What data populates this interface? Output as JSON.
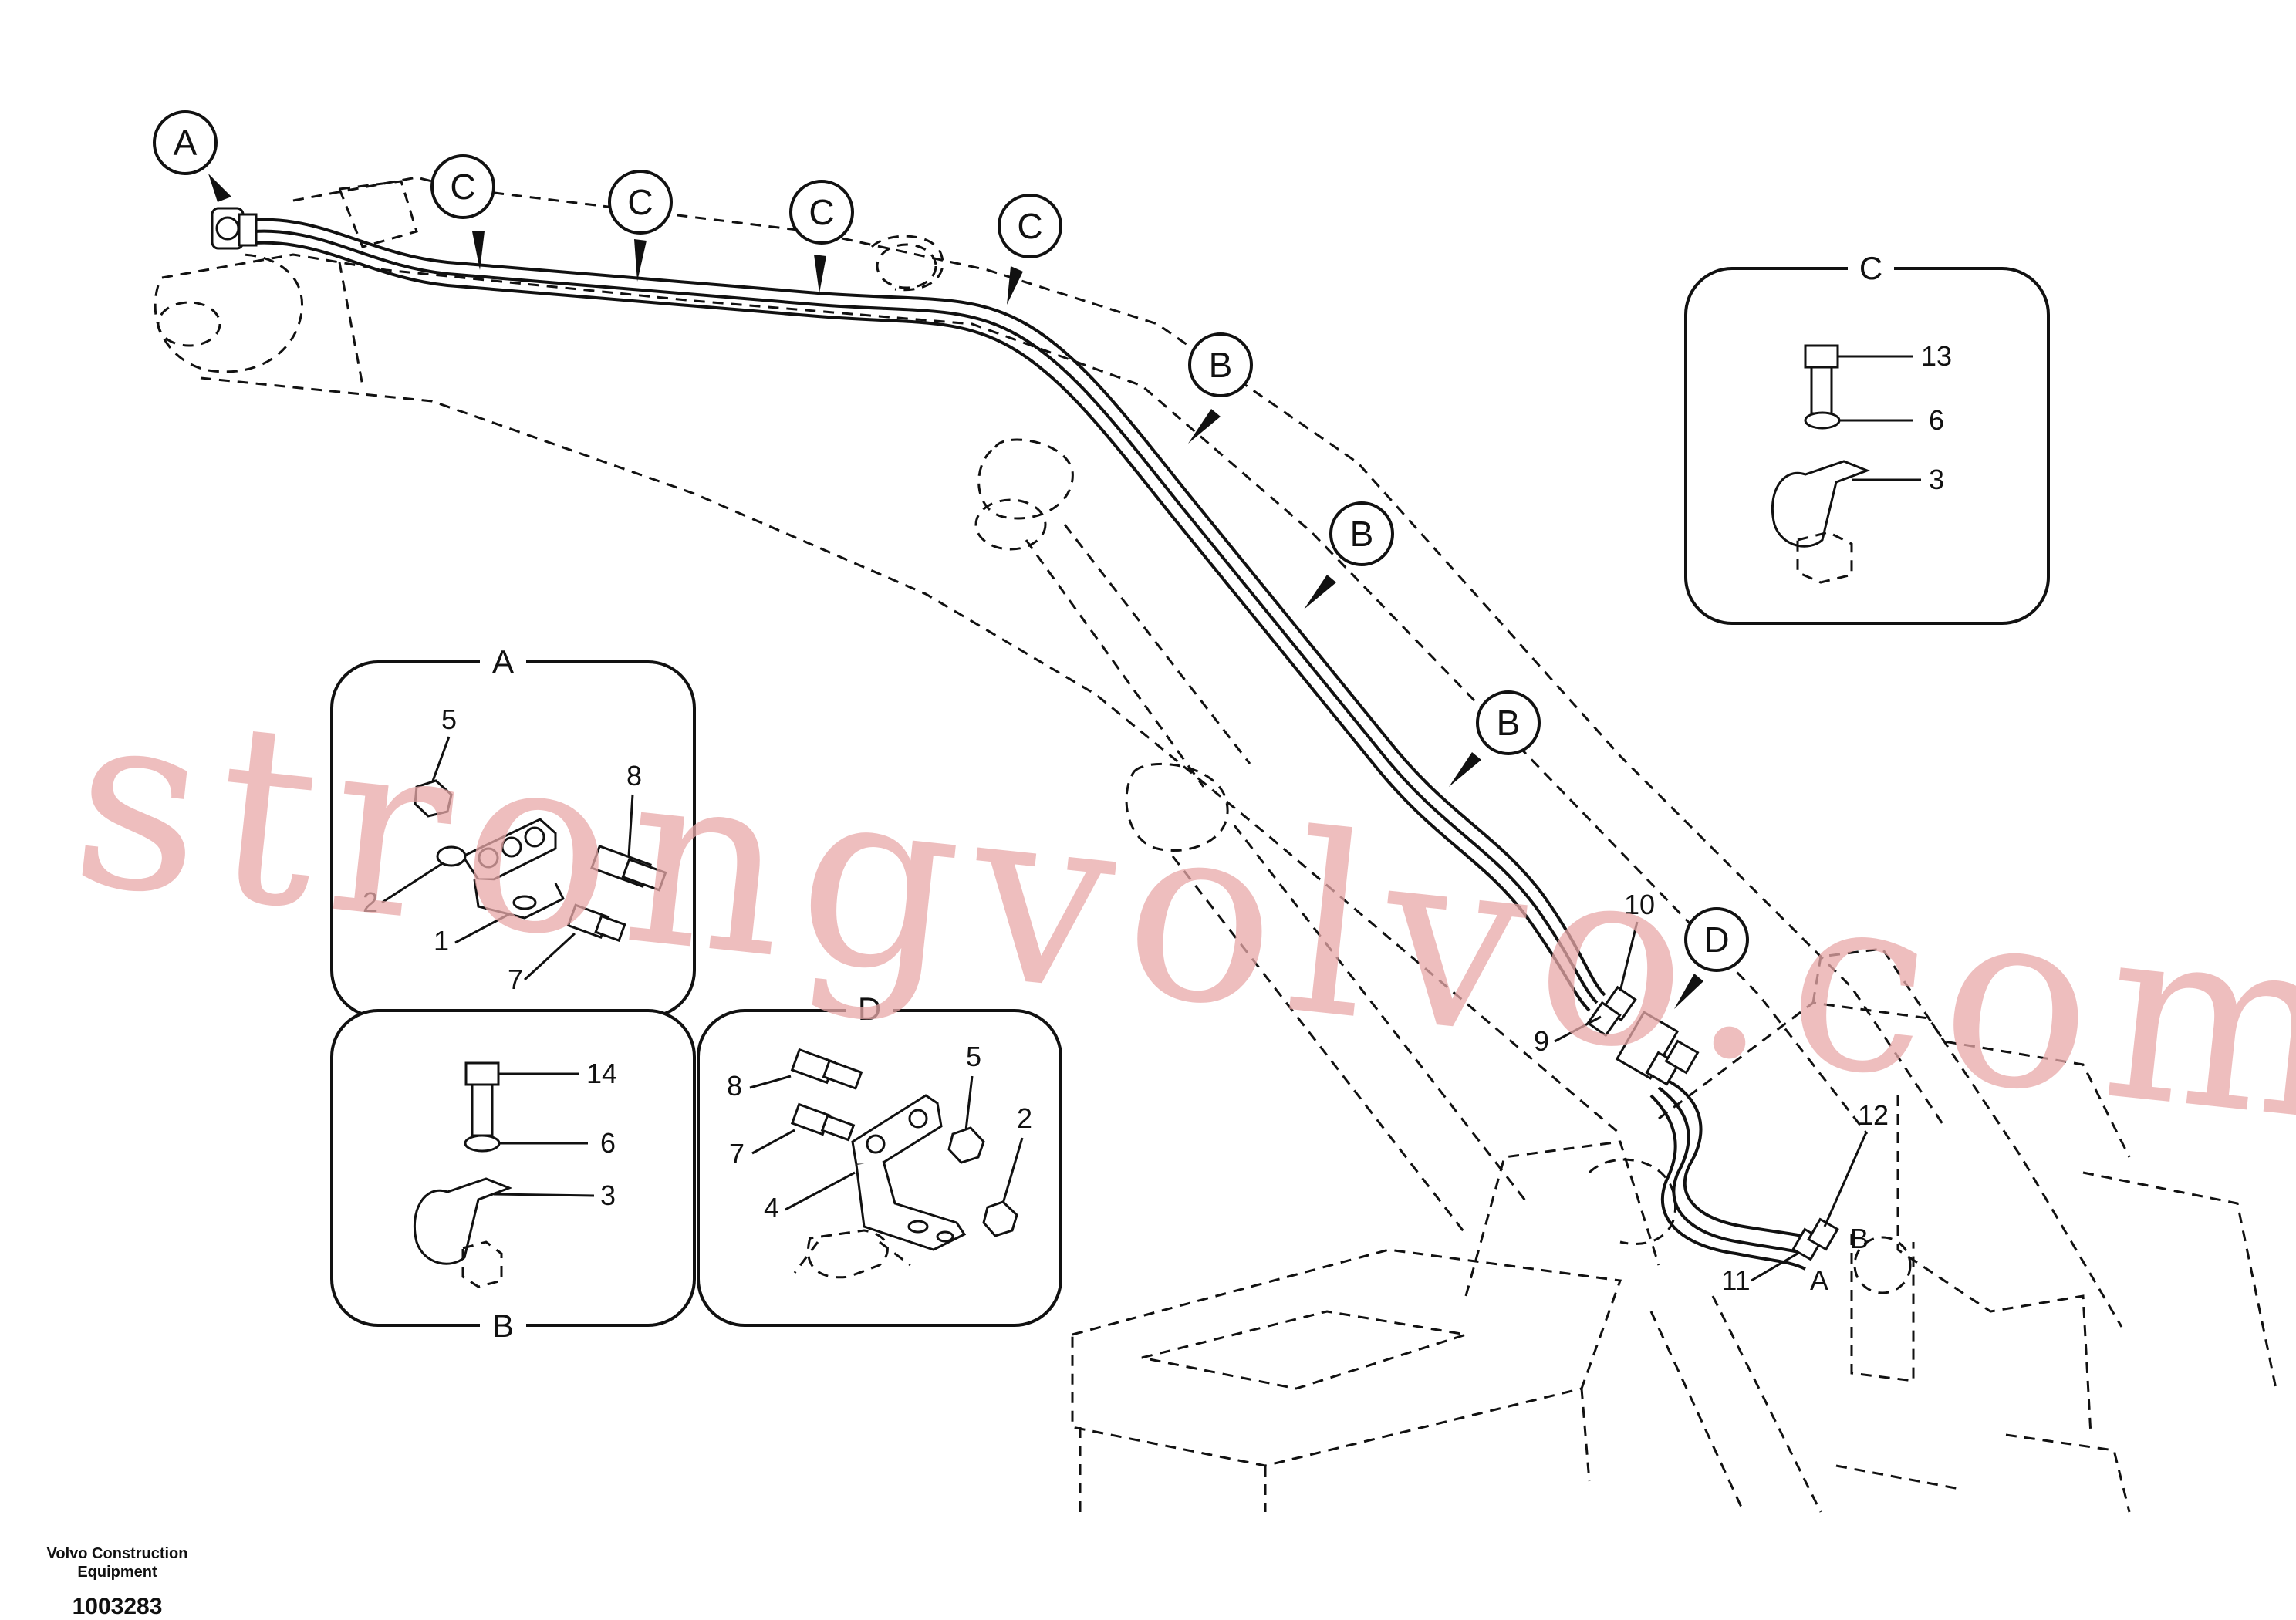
{
  "callouts_main": [
    "A",
    "C",
    "C",
    "C",
    "C",
    "B",
    "B",
    "B",
    "D"
  ],
  "detail_titles": {
    "a": "A",
    "b": "B",
    "c": "C",
    "d": "D"
  },
  "detail_a_parts": [
    "5",
    "8",
    "2",
    "1",
    "7"
  ],
  "detail_b_parts": [
    "14",
    "6",
    "3"
  ],
  "detail_c_parts": [
    "13",
    "6",
    "3"
  ],
  "detail_d_parts": [
    "8",
    "7",
    "5",
    "2",
    "4"
  ],
  "hose_labels": [
    "10",
    "9",
    "12",
    "11",
    "A",
    "B"
  ],
  "footer": {
    "company_line1": "Volvo Construction",
    "company_line2": "Equipment",
    "drawing_number": "1003283"
  },
  "watermark": "strongvolvo.com",
  "colors": {
    "line": "#111111",
    "watermark": "#e8a8a8",
    "background": "#ffffff"
  }
}
